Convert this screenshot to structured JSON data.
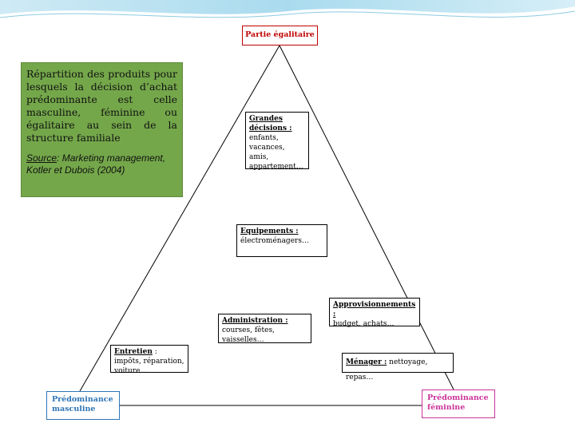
{
  "title_box": "Partie égalitaire",
  "info": {
    "text": "Répartition des produits pour lesquels la décision d’achat prédominante est celle masculine, féminine ou égalitaire au sein de la structure familiale",
    "source_label": "Source",
    "source_text": ": Marketing management, Kotler et Dubois (2004)"
  },
  "boxes": {
    "grandes": {
      "label": "Grandes décisions :",
      "text": "enfants, vacances, amis, appartement…"
    },
    "equipements": {
      "label": "Equipements :",
      "text": "électroménagers…"
    },
    "approvisionnements": {
      "label": "Approvisionnements :",
      "text": "budget, achats…"
    },
    "administration": {
      "label": "Administration :",
      "text": "courses, fêtes, vaisselles…"
    },
    "entretien": {
      "label": "Entretien",
      "text": ": impôts, réparation, voiture…"
    },
    "menager": {
      "label": "Ménager :",
      "text": "nettoyage, repas…"
    }
  },
  "corners": {
    "left": "Prédominance masculine",
    "right": "Prédominance féminine"
  },
  "colors": {
    "title_border": "#c00000",
    "info_bg": "#74a74a",
    "masculine": "#2e75b6",
    "feminine": "#cc3399",
    "header_wave": "#9fd3e8"
  }
}
